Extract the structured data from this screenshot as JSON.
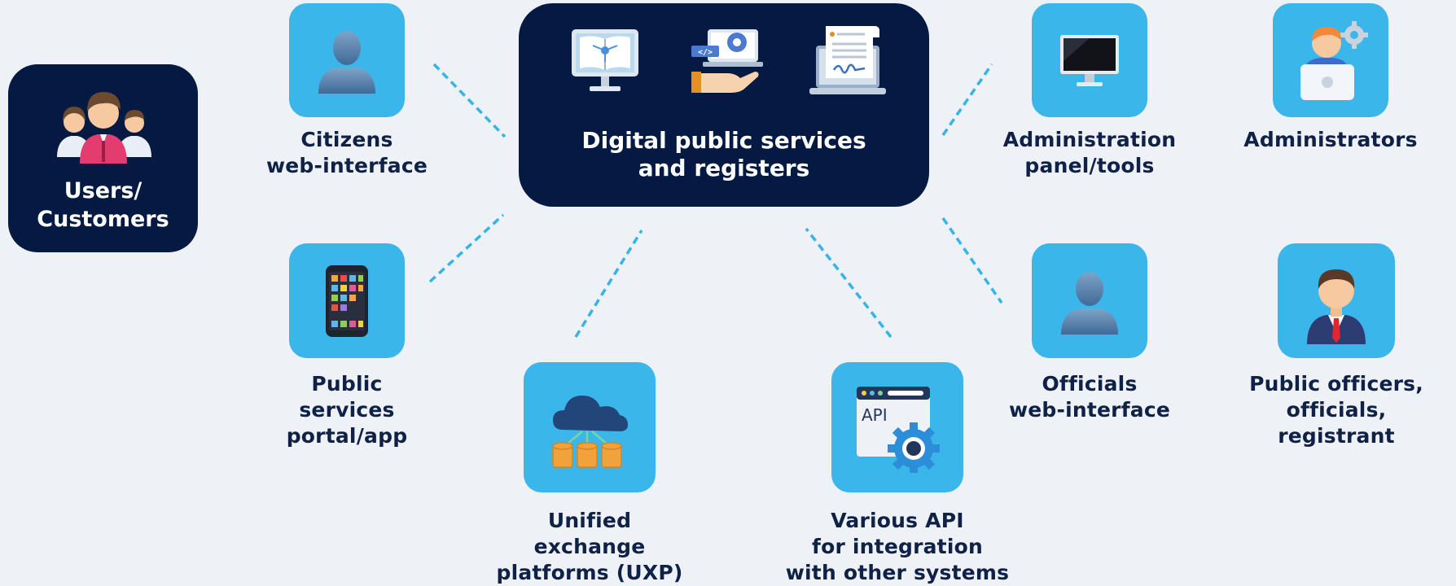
{
  "diagram": {
    "users": {
      "label": "Users/\nCustomers",
      "icon": "people-group-icon"
    },
    "center": {
      "label": "Digital public services\nand registers",
      "icons": [
        "monitor-book-icon",
        "hand-laptop-code-icon",
        "laptop-document-icon"
      ]
    },
    "nodes": {
      "citizens": {
        "label": "Citizens\nweb-interface",
        "icon": "person-silhouette-icon"
      },
      "portal": {
        "label": "Public\nservices\nportal/app",
        "icon": "smartphone-icon"
      },
      "uxp": {
        "label": "Unified\nexchange\nplatforms (UXP)",
        "icon": "cloud-database-icon"
      },
      "api": {
        "label": "Various API\nfor integration\nwith other systems",
        "icon": "api-gear-icon"
      },
      "admin_panel": {
        "label": "Administration\npanel/tools",
        "icon": "monitor-icon"
      },
      "administrators": {
        "label": "Administrators",
        "icon": "admin-laptop-gear-icon"
      },
      "officials": {
        "label": "Officials\nweb-interface",
        "icon": "person-silhouette-icon"
      },
      "public_officers": {
        "label": "Public officers,\nofficials, registrant",
        "icon": "businessman-icon"
      }
    },
    "colors": {
      "tile": "#3bb6ea",
      "dark_box": "#041a42",
      "label_text": "#0f2146",
      "connector": "#35b4e6",
      "background": "#eef2f7"
    }
  }
}
